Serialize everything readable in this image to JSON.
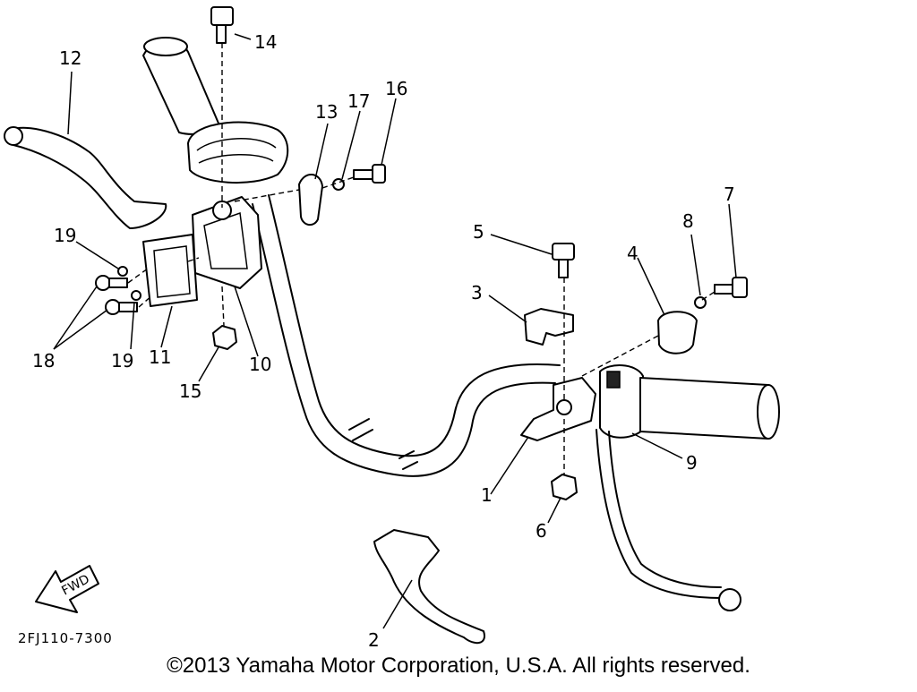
{
  "diagram": {
    "callouts": [
      {
        "id": "c1",
        "label": "1"
      },
      {
        "id": "c2",
        "label": "2"
      },
      {
        "id": "c3",
        "label": "3"
      },
      {
        "id": "c4",
        "label": "4"
      },
      {
        "id": "c5",
        "label": "5"
      },
      {
        "id": "c6",
        "label": "6"
      },
      {
        "id": "c7",
        "label": "7"
      },
      {
        "id": "c8",
        "label": "8"
      },
      {
        "id": "c9",
        "label": "9"
      },
      {
        "id": "c10",
        "label": "10"
      },
      {
        "id": "c11",
        "label": "11"
      },
      {
        "id": "c12",
        "label": "12"
      },
      {
        "id": "c13",
        "label": "13"
      },
      {
        "id": "c14",
        "label": "14"
      },
      {
        "id": "c15",
        "label": "15"
      },
      {
        "id": "c16",
        "label": "16"
      },
      {
        "id": "c17",
        "label": "17"
      },
      {
        "id": "c18",
        "label": "18"
      },
      {
        "id": "c19a",
        "label": "19"
      },
      {
        "id": "c19b",
        "label": "19"
      }
    ],
    "fwd_label": "FWD",
    "drawing_code": "2FJ110-7300",
    "icons": {
      "direction": "fwd-arrow-icon"
    }
  },
  "footer": {
    "copyright": "©2013 Yamaha Motor Corporation, U.S.A. All rights reserved."
  }
}
